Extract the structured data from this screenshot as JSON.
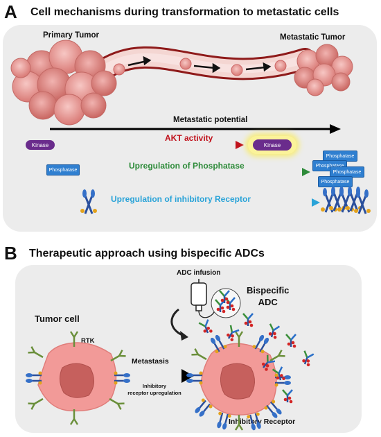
{
  "panelA": {
    "letter": "A",
    "title": "Cell mechanisms during transformation to metastatic cells",
    "primary_tumor": "Primary Tumor",
    "metastatic_tumor": "Metastatic Tumor",
    "metastatic_potential": "Metastatic potential",
    "akt_activity": "AKT activity",
    "upreg_phosphatase": "Upregulation of Phosphatase",
    "upreg_receptor": "Upregulation of inhibitory Receptor",
    "kinase_label": "Kinase",
    "phosphatase_label": "Phosphatase",
    "colors": {
      "akt": "#c0121c",
      "phosphatase": "#2e8b3a",
      "receptor": "#29a3d8"
    }
  },
  "panelB": {
    "letter": "B",
    "title": "Therapeutic approach using bispecific ADCs",
    "adc_infusion": "ADC infusion",
    "bispecific_adc": "Bispecific\nADC",
    "tumor_cell": "Tumor cell",
    "rtk": "RTK",
    "metastasis": "Metastasis",
    "inhibitory_upregulation": "Inhibitory\nreceptor upregulation",
    "inhibitory_receptor": "Inhibitory Receptor"
  }
}
